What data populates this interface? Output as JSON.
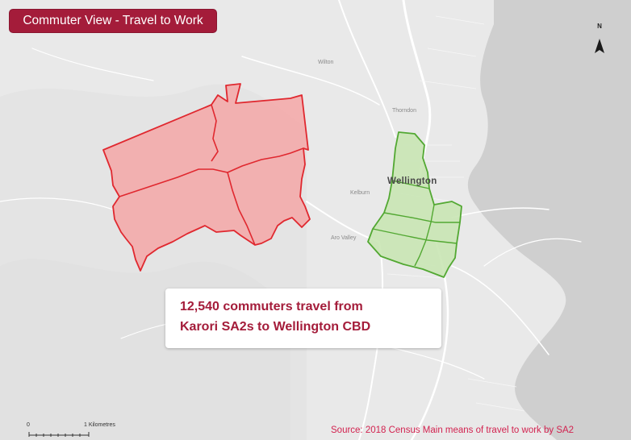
{
  "map": {
    "title": "Commuter View - Travel to Work",
    "callout_line1": "12,540 commuters travel from",
    "callout_line2": "Karori SA2s to Wellington CBD",
    "source": "Source: 2018 Census Main means of travel to work by SA2",
    "north_label": "N",
    "scale_start": "0",
    "scale_end": "1 Kilometres",
    "city_label": "Wellington",
    "place_labels": [
      "Wilton",
      "Thorndon",
      "Kelburn",
      "Aro Valley"
    ],
    "colors": {
      "title_bg": "#a41c3a",
      "origin_fill": "#f4a8a8",
      "origin_stroke": "#e0282f",
      "destination_fill": "#c9e6b4",
      "destination_stroke": "#52a832",
      "water": "#cfcfcf",
      "land": "#e9e9e9",
      "source_text": "#d2224f"
    },
    "legend_icons": [
      "north-arrow-icon",
      "scale-bar-icon"
    ]
  }
}
